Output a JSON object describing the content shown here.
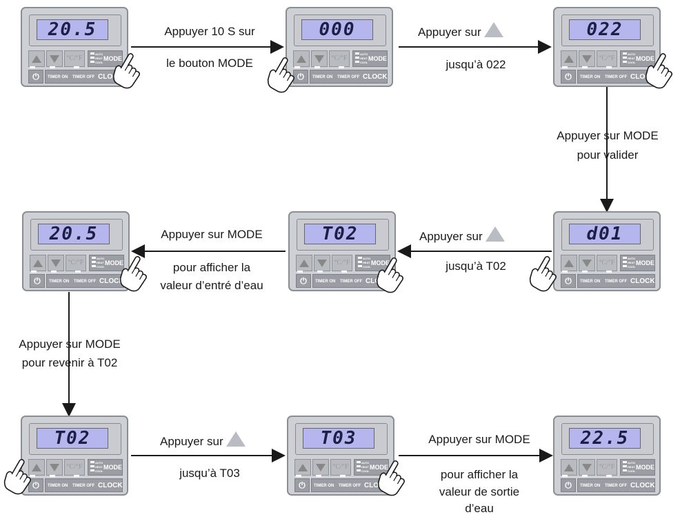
{
  "panel_labels": {
    "cf": "°C/°F",
    "auto": "AUTO",
    "heat": "HEAT",
    "cool": "COOL",
    "mode": "MODE",
    "power": "⏻",
    "timer_on": "TIMER ON",
    "timer_off": "TIMER OFF",
    "clock": "CLOCK"
  },
  "displays": [
    "20.5",
    "000",
    "022",
    "d01",
    "T02",
    "20.5",
    "T02",
    "T03",
    "22.5"
  ],
  "steps": {
    "s1_line1": "Appuyer 10 S sur",
    "s1_line2": "le bouton MODE",
    "s2_line1": "Appuyer sur",
    "s2_line2": "jusqu’à 022",
    "s3_line1": "Appuyer sur MODE",
    "s3_line2": "pour valider",
    "s4_line1": "Appuyer sur",
    "s4_line2": "jusqu’à T02",
    "s5_line1": "Appuyer sur MODE",
    "s5_line2": "pour afficher la",
    "s5_line3": "valeur d’entré d’eau",
    "s6_line1": "Appuyer sur MODE",
    "s6_line2": "pour revenir à T02",
    "s7_line1": "Appuyer sur",
    "s7_line2": "jusqu’à T03",
    "s8_line1": "Appuyer sur MODE",
    "s8_line2": "pour afficher la",
    "s8_line3": "valeur de sortie",
    "s8_line4": "d’eau"
  },
  "icons": {
    "hand": "pointing-hand-icon",
    "up_arrow": "up-triangle-icon"
  }
}
